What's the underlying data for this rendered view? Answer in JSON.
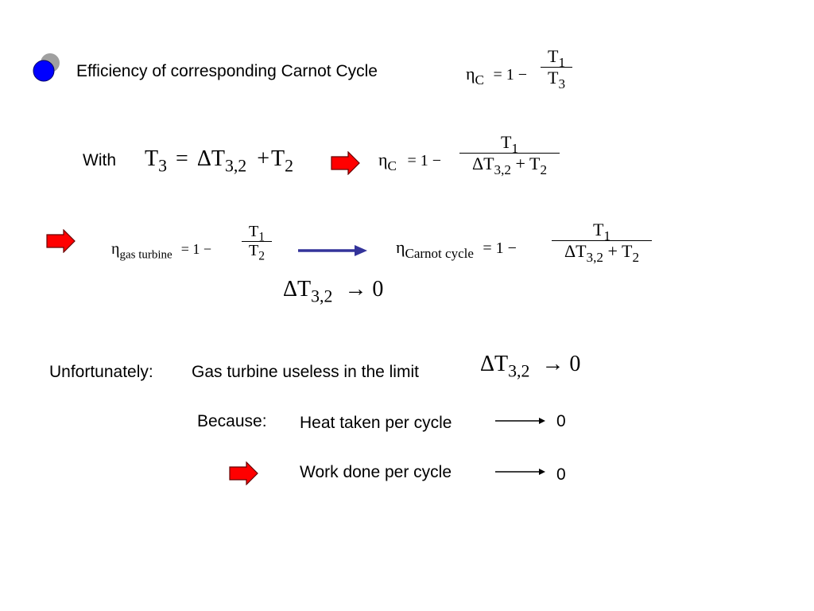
{
  "slide": {
    "bullet_text": "Efficiency of corresponding Carnot Cycle",
    "with_label": "With",
    "unfortunately_label": "Unfortunately:",
    "useless_text": "Gas turbine useless in the limit",
    "because_label": "Because:",
    "heat_text": "Heat taken per cycle",
    "work_text": "Work done per cycle",
    "heat_result": "0",
    "work_result": "0"
  },
  "equations": {
    "eta": "η",
    "sub_c": "C",
    "sub_gas": "gas turbine",
    "sub_carnot": "Carnot cycle",
    "one_minus": "= 1 −",
    "t": "T",
    "s1": "1",
    "s2": "2",
    "s3": "3",
    "s32": "3,2",
    "delta_t": "ΔT",
    "equals": "=",
    "plus": "+",
    "arrow_zero": "→ 0"
  },
  "colors": {
    "bullet_front": "#0000ff",
    "bullet_back": "#a0a0a0",
    "block_arrow": "#ff0000",
    "limit_arrow": "#33339a"
  },
  "icons": {
    "bullet": "circle-bullet-icon",
    "block_arrow": "red-block-arrow-icon",
    "limit_arrow": "long-right-arrow-icon"
  }
}
